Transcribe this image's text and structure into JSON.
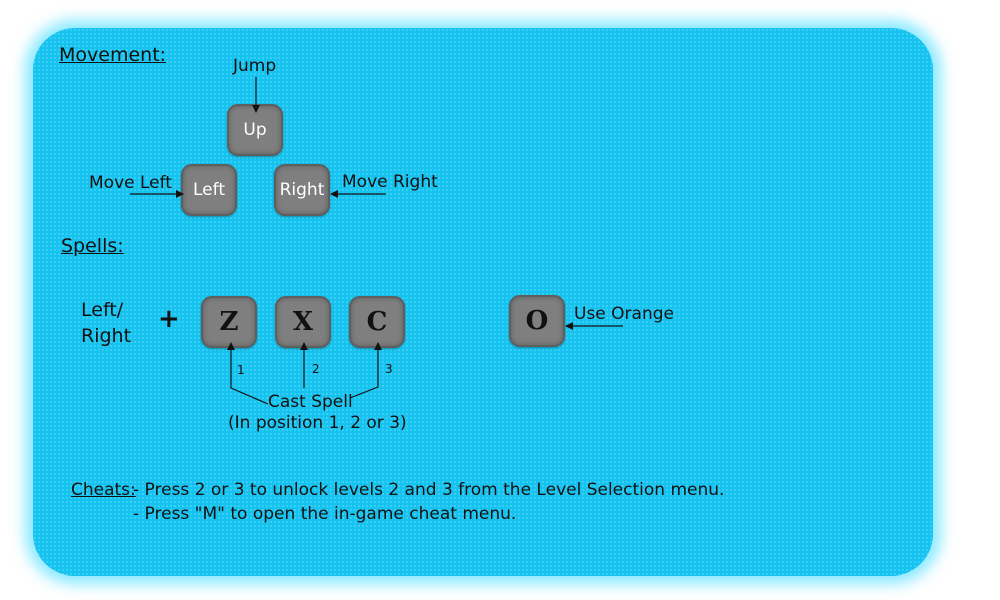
{
  "movement": {
    "heading": "Movement:",
    "jump_label": "Jump",
    "up_key": "Up",
    "left_key": "Left",
    "right_key": "Right",
    "move_left_label": "Move Left",
    "move_right_label": "Move Right"
  },
  "spells": {
    "heading": "Spells:",
    "modifier_line1": "Left/",
    "modifier_line2": "Right",
    "plus": "+",
    "keys": [
      "Z",
      "X",
      "C"
    ],
    "positions": [
      "1",
      "2",
      "3"
    ],
    "cast_label": "Cast Spell",
    "cast_sub": "(In position 1, 2 or 3)",
    "orange_key": "O",
    "orange_label": "Use Orange"
  },
  "cheats": {
    "heading": "Cheats:",
    "line1": "- Press 2 or 3 to unlock levels 2 and 3 from the Level Selection menu.",
    "line2": "- Press \"M\" to open the in-game cheat menu."
  },
  "colors": {
    "panel": "#14c3ef",
    "key": "#7f7f7f",
    "key_text": "#ffffff"
  }
}
